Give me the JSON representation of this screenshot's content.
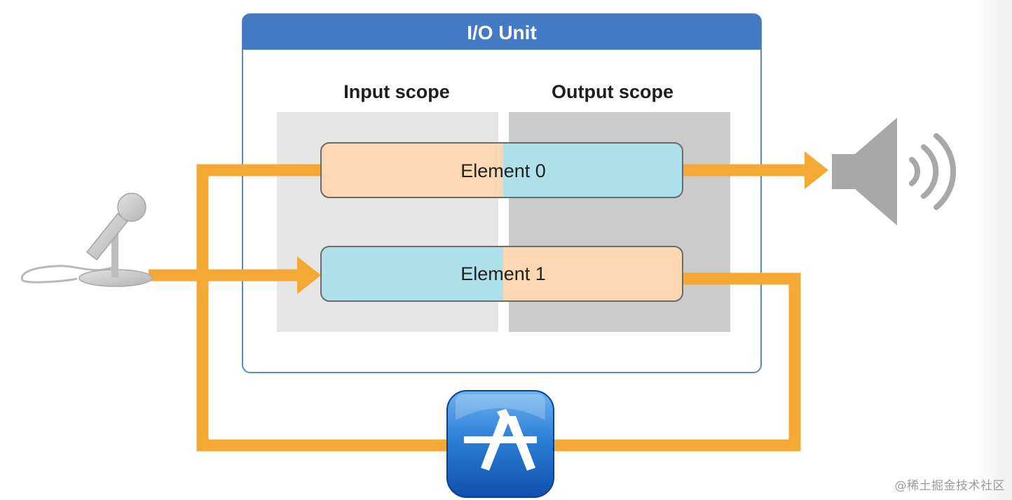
{
  "unit": {
    "title": "I/O Unit",
    "input_scope_label": "Input scope",
    "output_scope_label": "Output scope"
  },
  "elements": [
    {
      "label": "Element 0"
    },
    {
      "label": "Element 1"
    }
  ],
  "icons": {
    "input_device": "microphone-icon",
    "output_device": "speaker-icon",
    "application": "app-store-icon"
  },
  "colors": {
    "unit_header": "#4479c3",
    "unit_border": "#5b88c9",
    "arrow": "#f5a935",
    "input_scope_bg": "#e6e6e6",
    "output_scope_bg": "#cbcbcb",
    "element_input_side": "#fbd8b1",
    "element_output_side": "#aee0ec"
  },
  "watermark": "@稀土掘金技术社区"
}
